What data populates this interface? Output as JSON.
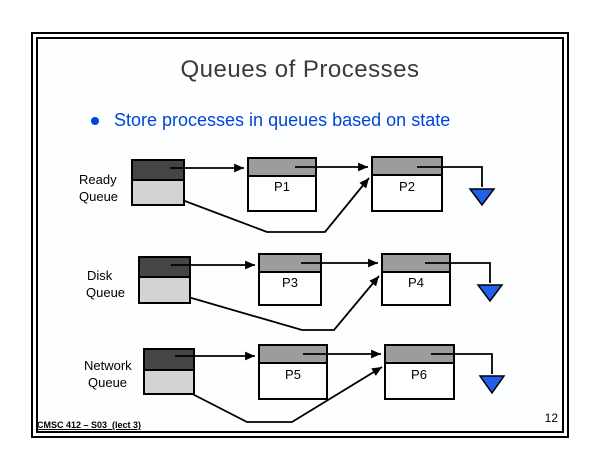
{
  "slide": {
    "title": "Queues of Processes",
    "bullet_text": "Store processes in queues based on state",
    "footer": "CMSC 412 – S03  (lect 3)",
    "page_number": "12"
  },
  "queues": [
    {
      "label_line1": "Ready",
      "label_line2": "Queue",
      "processes": [
        "P1",
        "P2"
      ]
    },
    {
      "label_line1": "Disk",
      "label_line2": "Queue",
      "processes": [
        "P3",
        "P4"
      ]
    },
    {
      "label_line1": "Network",
      "label_line2": "Queue",
      "processes": [
        "P5",
        "P6"
      ]
    }
  ],
  "colors": {
    "title_text": "#3b3b3b",
    "bullet_text": "#0045d8",
    "head_cell": "#454545",
    "tail_cell": "#d3d3d3",
    "process_header": "#9c9c9c",
    "process_body": "#ffffff",
    "null_triangle": "#2060e8",
    "line": "#000000"
  }
}
